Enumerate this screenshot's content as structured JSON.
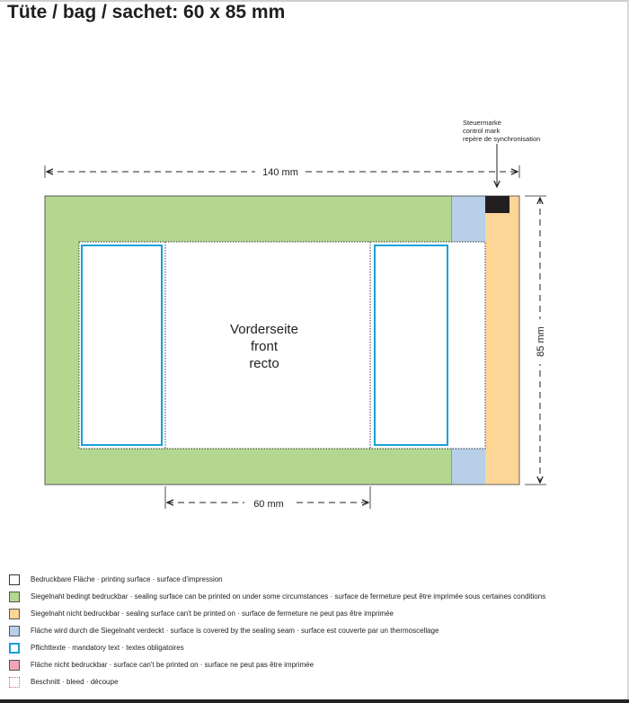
{
  "title": "Tüte / bag / sachet: 60 x 85 mm",
  "control_mark_label": [
    "Steuermarke",
    "control mark",
    "repère de synchronisation"
  ],
  "dimensions": {
    "width_total": "140 mm",
    "inner_width": "60 mm",
    "height": "85 mm"
  },
  "front_label": [
    "Vorderseite",
    "front",
    "recto"
  ],
  "colors": {
    "printable": "#ffffff",
    "seal_conditional": "#b3d78f",
    "seal_not_printable": "#fdd596",
    "seal_covered": "#b7cfe9",
    "mandatory_text": "#1aa0d6",
    "not_printable": "#f1a5b5",
    "bleed": "#c060a0",
    "control_mark": "#231f20"
  },
  "legend": [
    {
      "text": "Bedruckbare Fläche  ·  printing surface  ·  surface d'impression"
    },
    {
      "text": "Siegelnaht bedingt bedruckbar  ·  sealing surface can be printed on under some circumstances  ·  surface de fermeture peut être imprimée sous certaines conditions"
    },
    {
      "text": "Siegelnaht nicht bedruckbar  ·  sealing surface can't be printed on  ·  surface de fermeture ne peut pas être imprimée"
    },
    {
      "text": "Fläche wird durch die Siegelnaht verdeckt  ·  surface is covered by the sealing seam  ·  surface est couverte par un thermoscellage"
    },
    {
      "text": "Pflichttexte  ·  mandatory text  ·  textes obligatoires"
    },
    {
      "text": "Fläche nicht bedruckbar  ·  surface can't be printed on  ·  surface ne peut pas être imprimée"
    },
    {
      "text": "Beschnitt  ·  bleed  ·  découpe"
    }
  ]
}
